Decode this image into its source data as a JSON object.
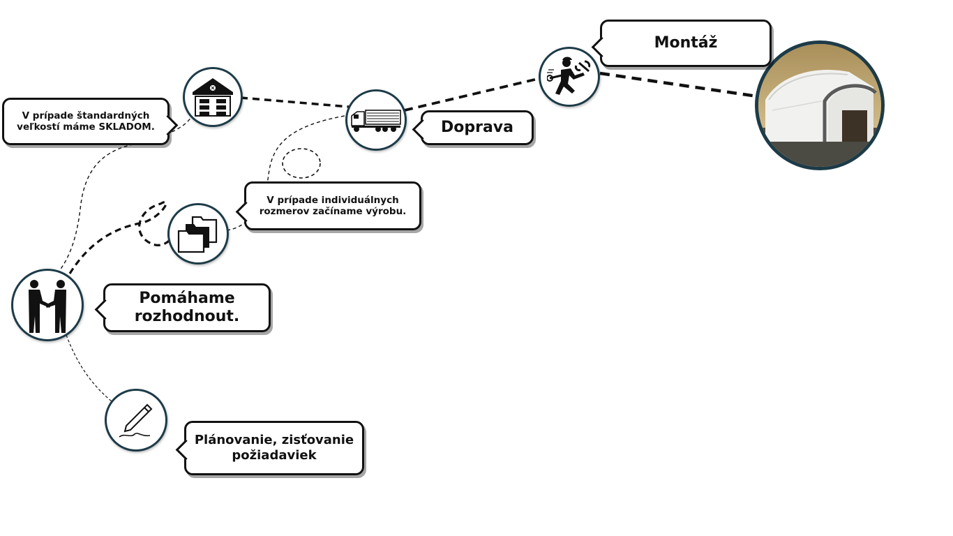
{
  "steps": [
    {
      "id": "planning",
      "label": "Plánovanie, zisťovanie požiadaviek",
      "icon": "pen-signature-icon"
    },
    {
      "id": "decide",
      "label": "Pomáhame rozhodnout.",
      "icon": "handshake-icon"
    },
    {
      "id": "production",
      "label": "V prípade individuálnych rozmerov začíname výrobu.",
      "icon": "folders-icon"
    },
    {
      "id": "stock",
      "label": "V prípade štandardných veľkostí máme SKLADOM.",
      "icon": "warehouse-icon"
    },
    {
      "id": "transport",
      "label": "Doprava",
      "icon": "truck-icon"
    },
    {
      "id": "assembly",
      "label": "Montáž",
      "icon": "worker-wrench-icon"
    }
  ],
  "photo": {
    "icon": "hall-tent-photo"
  },
  "colors": {
    "node_border": "#1d3b48",
    "line": "#111111",
    "bubble_border": "#111111"
  }
}
